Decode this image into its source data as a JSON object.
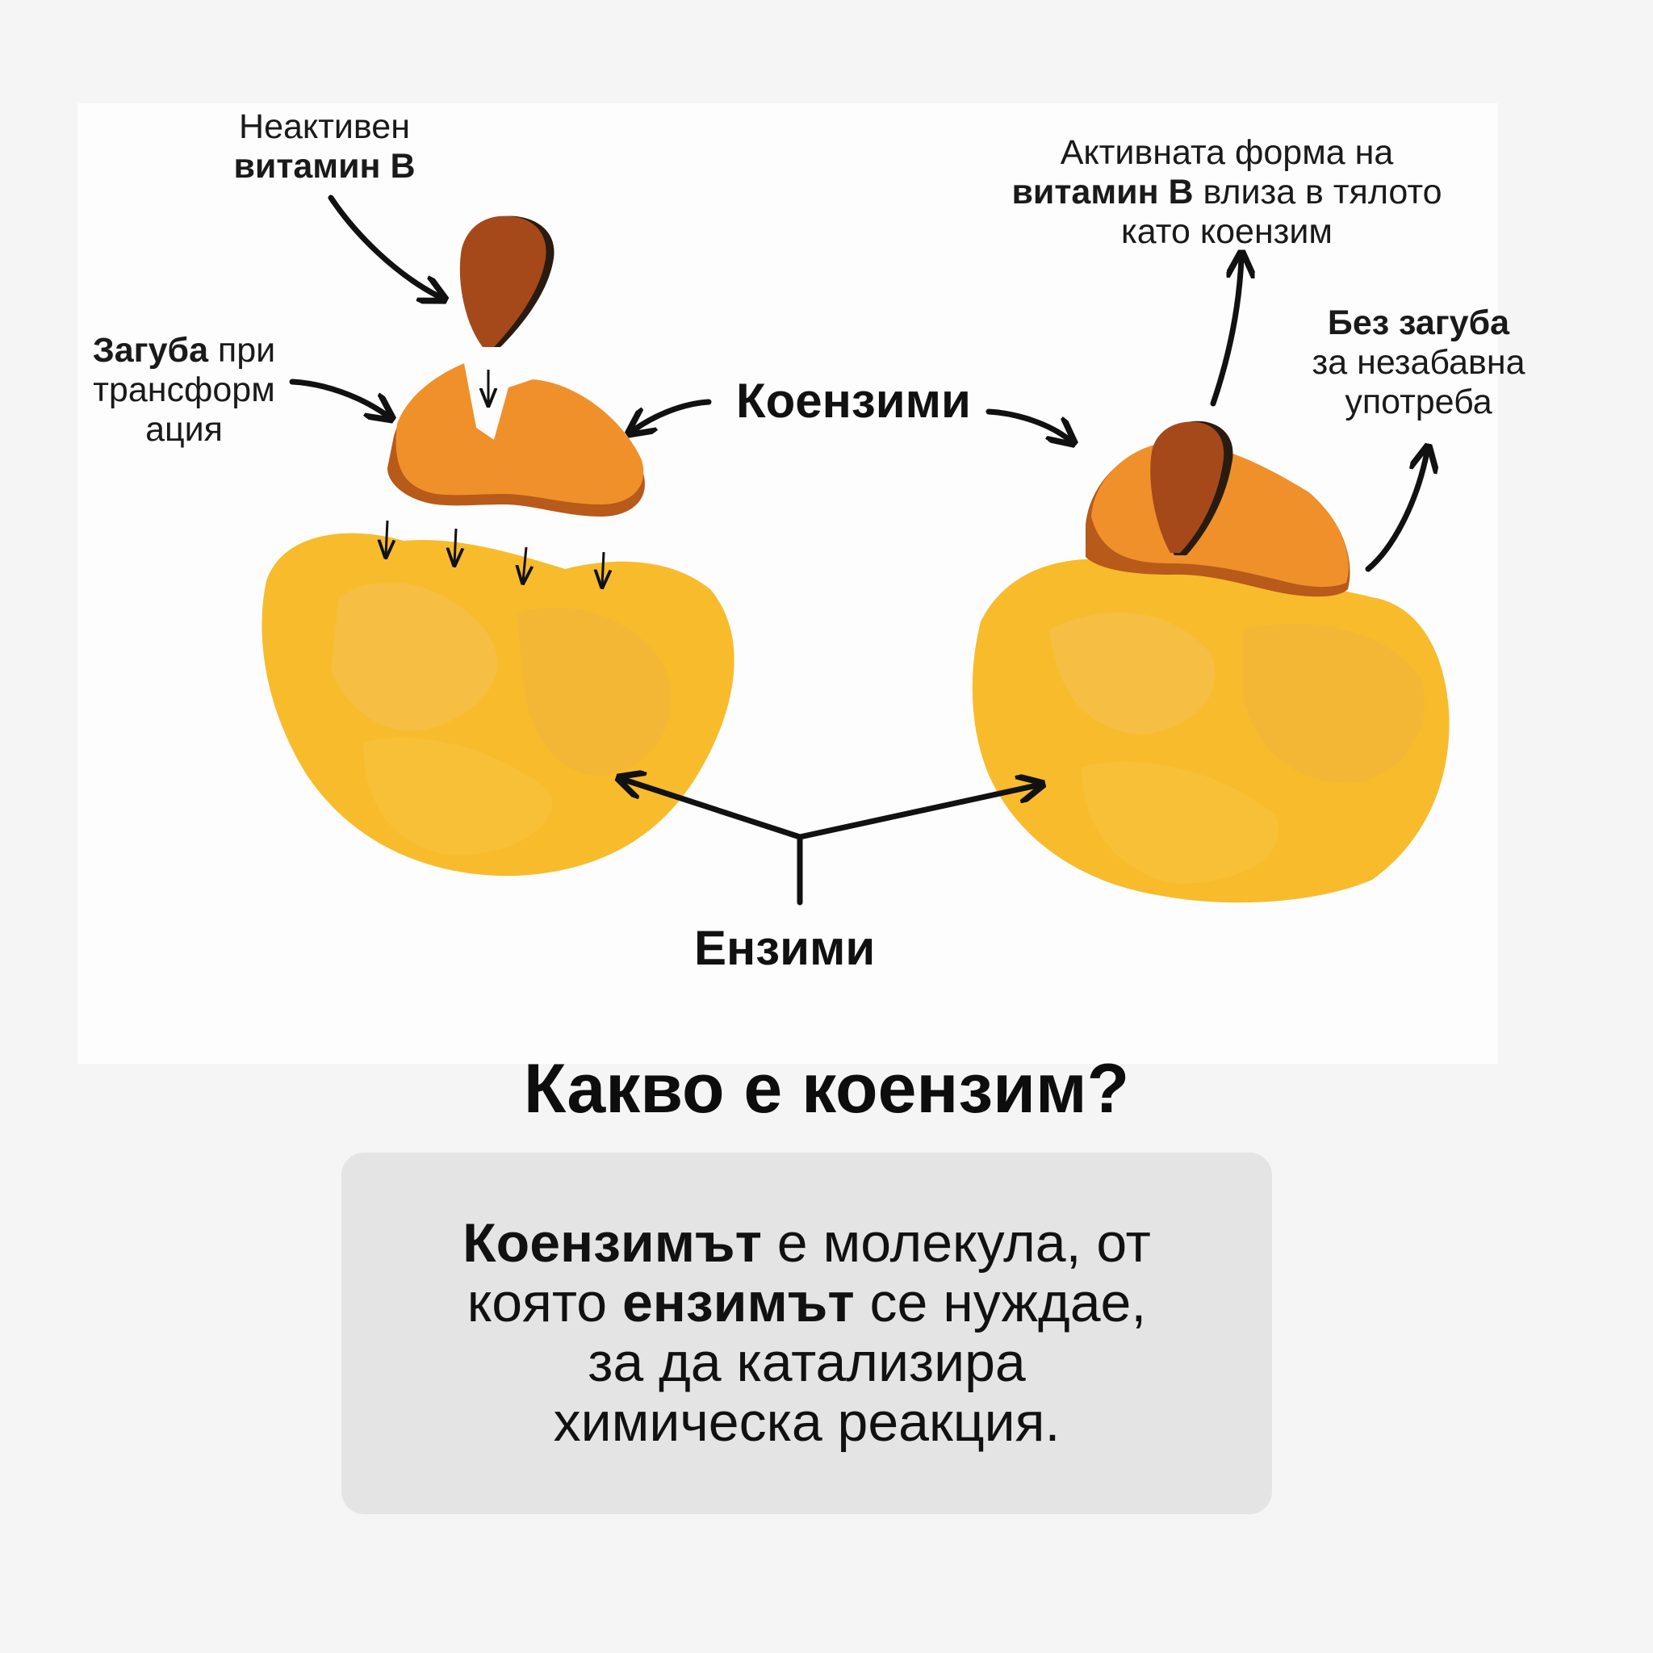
{
  "labels": {
    "inactive_line1": "Неактивен",
    "inactive_line2": "витамин B",
    "loss_bold": "Загуба",
    "loss_rest": " при",
    "loss_line2": "трансформ",
    "loss_line3": "ация",
    "coenzymes": "Коензими",
    "enzymes": "Ензими",
    "active_line1": "Активната форма на",
    "active_bold": "витамин B",
    "active_rest": " влиза в тялото",
    "active_line3": "като коензим",
    "noloss_bold": "Без загуба",
    "noloss_line2": "за незабавна",
    "noloss_line3": "употреба"
  },
  "title": "Какво е коензим?",
  "definition": {
    "bold1": "Коензимът",
    "text1": " е молекула, от",
    "text2": "която ",
    "bold2": "ензимът",
    "text3": " се нуждае,",
    "line3": "за да катализира",
    "line4": "химическа реакция."
  },
  "colors": {
    "vitamin": "#a5491b",
    "coenzyme": "#f0902a",
    "coenzyme_shadow": "#b85a1a",
    "enzyme": "#f8bb2c",
    "enzyme_light": "#f5c04a",
    "card": "#e4e4e4"
  }
}
